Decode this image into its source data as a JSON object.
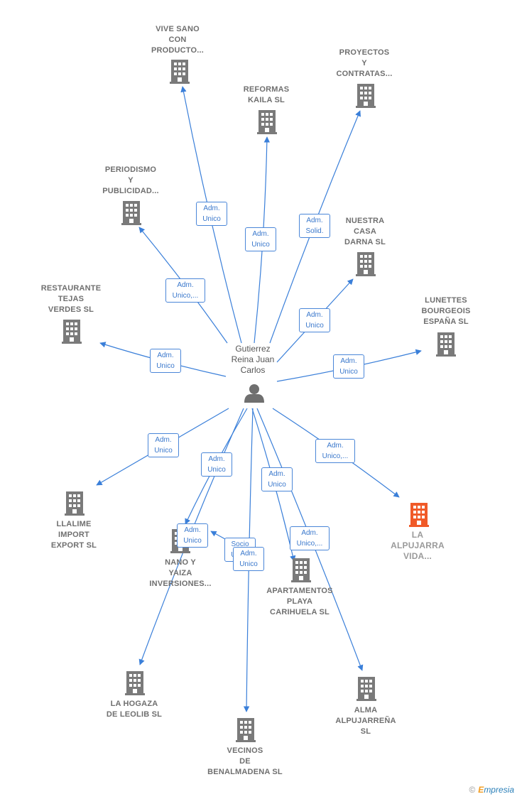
{
  "center": {
    "name_lines": [
      "Gutierrez",
      "Reina Juan",
      "Carlos"
    ]
  },
  "companies": [
    {
      "id": "vive",
      "lines": [
        "VIVE SANO",
        "CON",
        "PRODUCTO..."
      ],
      "highlight": false
    },
    {
      "id": "proyectos",
      "lines": [
        "PROYECTOS",
        "Y",
        "CONTRATAS..."
      ],
      "highlight": false
    },
    {
      "id": "reformas",
      "lines": [
        "REFORMAS",
        "KAILA SL"
      ],
      "highlight": false
    },
    {
      "id": "periodismo",
      "lines": [
        "PERIODISMO",
        "Y",
        "PUBLICIDAD..."
      ],
      "highlight": false
    },
    {
      "id": "nuestra",
      "lines": [
        "NUESTRA",
        "CASA",
        "DARNA SL"
      ],
      "highlight": false
    },
    {
      "id": "restaurante",
      "lines": [
        "RESTAURANTE",
        "TEJAS",
        "VERDES SL"
      ],
      "highlight": false
    },
    {
      "id": "lunettes",
      "lines": [
        "LUNETTES",
        "BOURGEOIS",
        "ESPAÑA SL"
      ],
      "highlight": false
    },
    {
      "id": "llalime",
      "lines": [
        "LLALIME",
        "IMPORT",
        "EXPORT SL"
      ],
      "highlight": false
    },
    {
      "id": "alpujarra",
      "lines": [
        "LA",
        "ALPUJARRA",
        "VIDA..."
      ],
      "highlight": true
    },
    {
      "id": "nano",
      "lines": [
        "NANO Y",
        "YAIZA",
        "INVERSIONES..."
      ],
      "highlight": false
    },
    {
      "id": "apartamentos",
      "lines": [
        "APARTAMENTOS",
        "PLAYA",
        "CARIHUELA SL"
      ],
      "highlight": false
    },
    {
      "id": "hogaza",
      "lines": [
        "LA HOGAZA",
        "DE LEOLIB  SL"
      ],
      "highlight": false
    },
    {
      "id": "alma",
      "lines": [
        "ALMA",
        "ALPUJARREÑA",
        "SL"
      ],
      "highlight": false
    },
    {
      "id": "vecinos",
      "lines": [
        "VECINOS",
        "DE",
        "BENALMADENA SL"
      ],
      "highlight": false
    }
  ],
  "relations": [
    {
      "target": "vive",
      "lines": [
        "Adm.",
        "Unico"
      ]
    },
    {
      "target": "reformas",
      "lines": [
        "Adm.",
        "Unico"
      ]
    },
    {
      "target": "proyectos",
      "lines": [
        "Adm.",
        "Solid."
      ]
    },
    {
      "target": "periodismo",
      "lines": [
        "Adm.",
        "Unico,..."
      ]
    },
    {
      "target": "nuestra",
      "lines": [
        "Adm.",
        "Unico"
      ]
    },
    {
      "target": "restaurante",
      "lines": [
        "Adm.",
        "Unico"
      ]
    },
    {
      "target": "lunettes",
      "lines": [
        "Adm.",
        "Unico"
      ]
    },
    {
      "target": "llalime",
      "lines": [
        "Adm.",
        "Unico"
      ]
    },
    {
      "target": "alpujarra",
      "lines": [
        "Adm.",
        "Unico,..."
      ]
    },
    {
      "target": "nano",
      "lines": [
        "Adm.",
        "Unico"
      ]
    },
    {
      "target": "apartamentos",
      "lines": [
        "Adm.",
        "Unico"
      ]
    },
    {
      "target": "hogaza",
      "lines": [
        "Adm.",
        "Unico"
      ]
    },
    {
      "target": "apartamentos",
      "lines": [
        "Adm.",
        "Unico,..."
      ]
    },
    {
      "target": "vecinos",
      "lines": [
        "Socio",
        "Único"
      ]
    },
    {
      "target": "vecinos",
      "lines": [
        "Adm.",
        "Unico"
      ]
    }
  ],
  "colors": {
    "edge": "#3a7fd9",
    "building": "#7a7a7a",
    "highlight_building": "#f05a28",
    "person": "#6f6f6f"
  },
  "footer": {
    "symbol": "©",
    "brand_first": "E",
    "brand_rest": "mpresia"
  }
}
